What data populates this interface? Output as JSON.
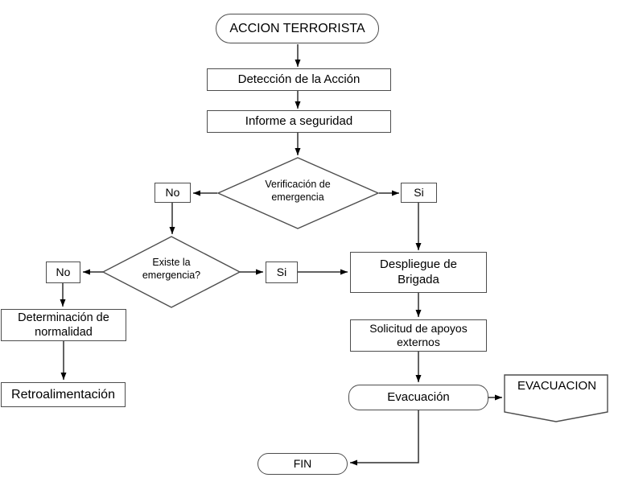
{
  "flowchart": {
    "title_node": "ACCION TERRORISTA",
    "deteccion": "Detección de la Acción",
    "informe": "Informe a seguridad",
    "verificacion": "Verificación de\nemergencia",
    "no1": "No",
    "si1": "Si",
    "existe": "Existe la\nemergencia?",
    "no2": "No",
    "si2": "Si",
    "determinacion": "Determinación de\nnormalidad",
    "retroalimentacion": "Retroalimentación",
    "despliegue": "Despliegue de\nBrigada",
    "solicitud": "Solicitud de apoyos\nexternos",
    "evacuacion": "Evacuación",
    "evacuacion_doc": "EVACUACION",
    "fin": "FIN",
    "colors": {
      "background": "#ffffff",
      "shape_border": "#4d4d4d",
      "connector_line": "#2f2f2f",
      "arrowhead": "#000000",
      "text": "#000000"
    }
  }
}
